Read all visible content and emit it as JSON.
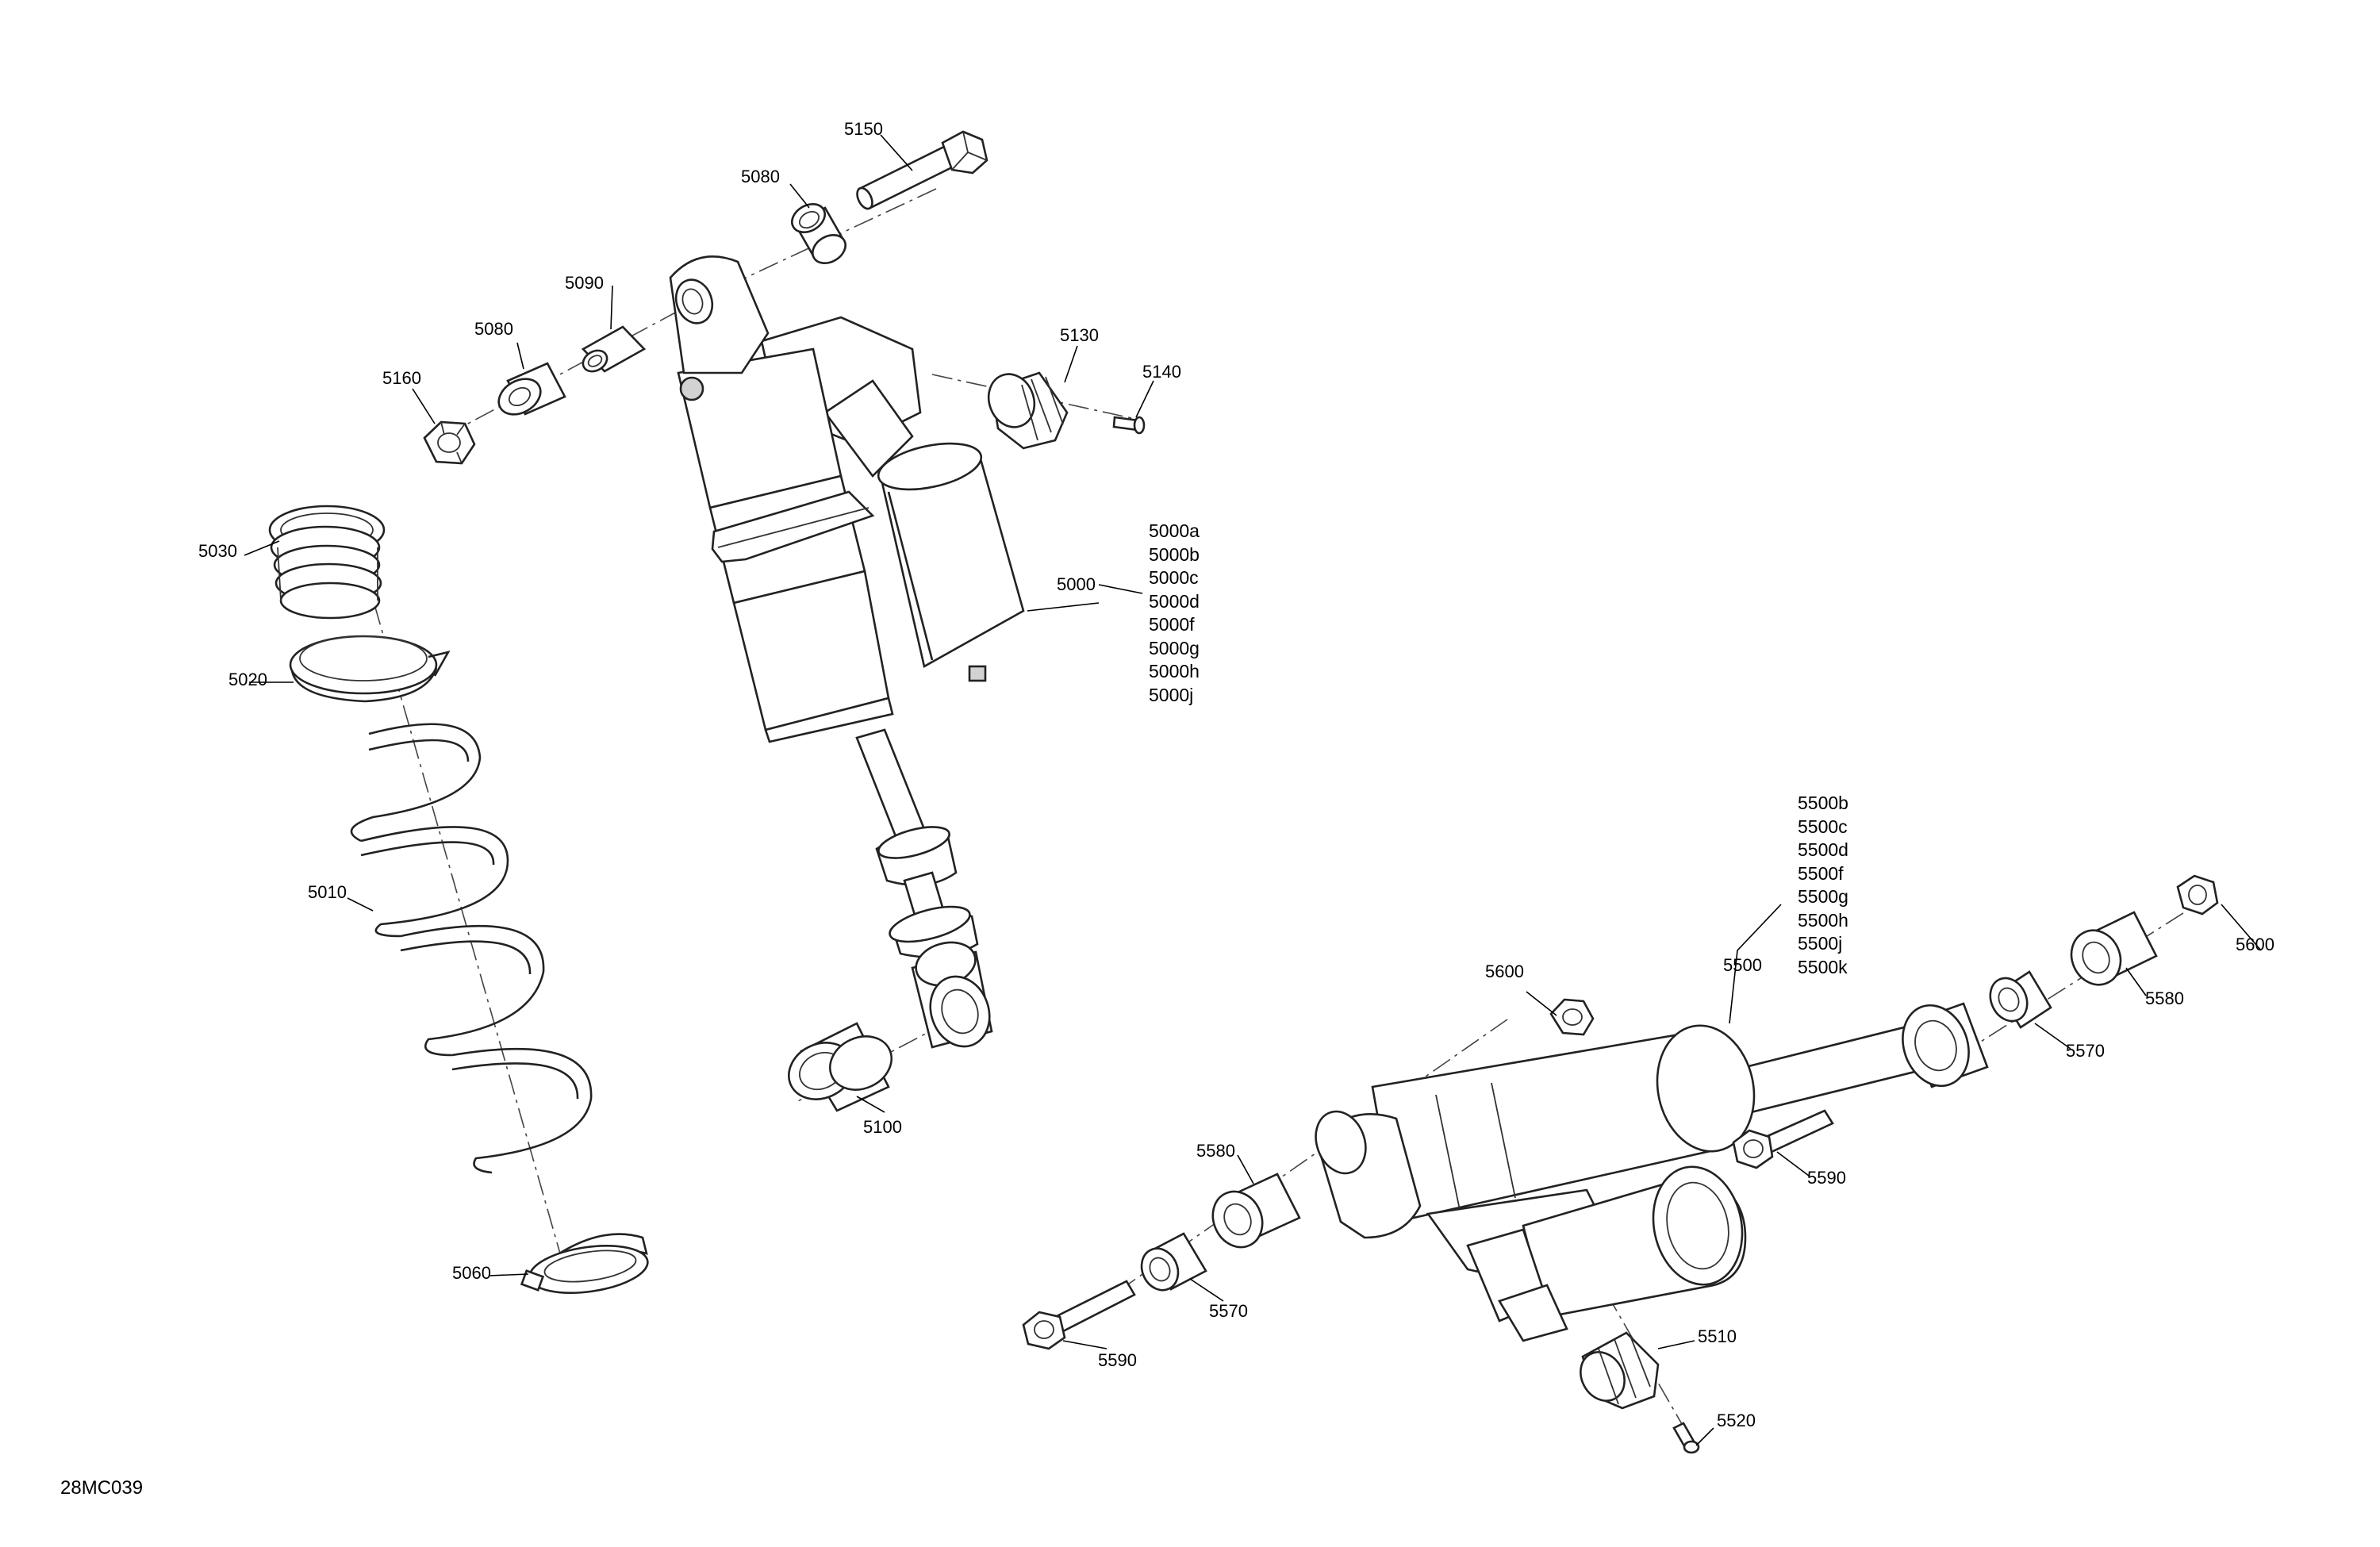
{
  "labels": {
    "p5150": "5150",
    "p5080_top": "5080",
    "p5090": "5090",
    "p5080_left": "5080",
    "p5160": "5160",
    "p5130": "5130",
    "p5140": "5140",
    "p5030": "5030",
    "p5020": "5020",
    "p5010": "5010",
    "p5060": "5060",
    "p5000": "5000",
    "p5100": "5100",
    "p5500": "5500",
    "p5600_left": "5600",
    "p5600_right": "5600",
    "p5580_right": "5580",
    "p5570_right": "5570",
    "p5590_right": "5590",
    "p5580_left": "5580",
    "p5570_left": "5570",
    "p5590_left": "5590",
    "p5510": "5510",
    "p5520": "5520"
  },
  "variants_5000": [
    "5000a",
    "5000b",
    "5000c",
    "5000d",
    "5000f",
    "5000g",
    "5000h",
    "5000j"
  ],
  "variants_5500": [
    "5500b",
    "5500c",
    "5500d",
    "5500f",
    "5500g",
    "5500h",
    "5500j",
    "5500k"
  ],
  "drawing_code": "28MC039"
}
